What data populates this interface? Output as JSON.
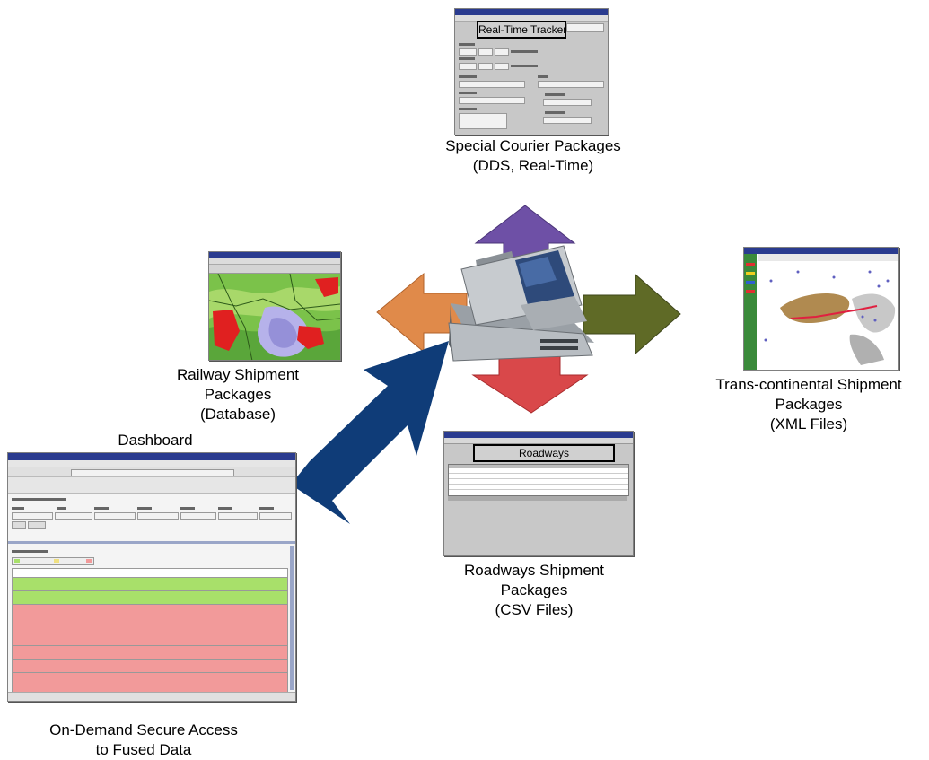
{
  "captions": {
    "special_courier": [
      "Special Courier Packages",
      "(DDS, Real-Time)"
    ],
    "railway": [
      "Railway Shipment",
      "Packages",
      "(Database)"
    ],
    "transcontinental": [
      "Trans-continental Shipment",
      "Packages",
      "(XML Files)"
    ],
    "roadways": [
      "Roadways Shipment",
      "Packages",
      "(CSV Files)"
    ],
    "dashboard": "Dashboard",
    "on_demand": [
      "On-Demand Secure Access",
      "to Fused Data"
    ]
  },
  "tracker_window": {
    "title": "Real-Time Tracker"
  },
  "roadways_window": {
    "title": "Roadways"
  },
  "colors": {
    "arrow_up": "#6e50a6",
    "arrow_left": "#e08a4a",
    "arrow_right": "#5f6a26",
    "arrow_down": "#d9484a",
    "arrow_diag": "#0f3c78",
    "row_green": "#a8e06a",
    "row_red": "#f29a9a"
  }
}
